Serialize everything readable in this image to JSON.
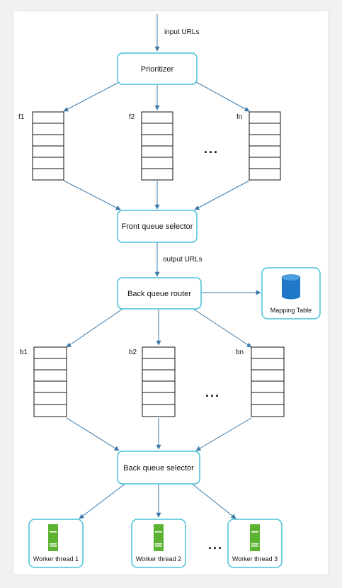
{
  "edge_labels": {
    "input": "input URLs",
    "output": "output URLs"
  },
  "nodes": {
    "prioritizer": "Prioritizer",
    "front_selector": "Front queue selector",
    "back_router": "Back queue router",
    "mapping_table": "Mapping Table",
    "back_selector": "Back queue selector"
  },
  "front_queues": [
    "f1",
    "f2",
    "fn"
  ],
  "back_queues": [
    "b1",
    "b2",
    "bn"
  ],
  "ellipsis": "...",
  "workers": [
    "Worker thread 1",
    "Worker thread 2",
    "Worker thread 3"
  ],
  "colors": {
    "node_border": "#46c1d8",
    "arrow": "#3b78a8",
    "database": "#1f78c8",
    "server": "#5cb332"
  },
  "icons": {
    "mapping_table": "database-icon",
    "worker": "server-icon"
  }
}
